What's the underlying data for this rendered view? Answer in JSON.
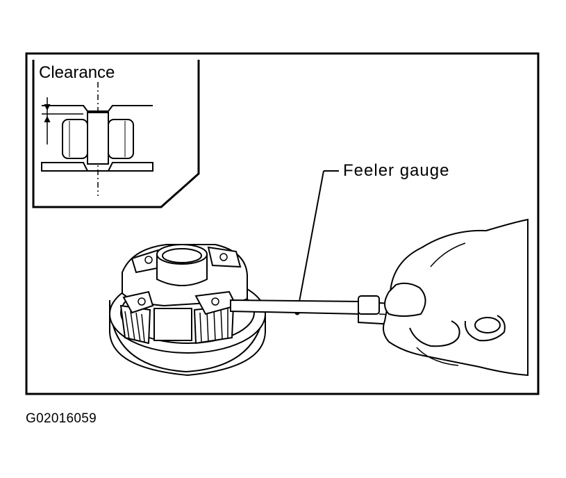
{
  "labels": {
    "inset_title": "Clearance",
    "callout": "Feeler gauge",
    "figure_id": "G02016059"
  },
  "icons": [
    "clearance-inset-diagram",
    "planetary-carrier-assembly",
    "feeler-gauge-tool",
    "hand-illustration"
  ]
}
